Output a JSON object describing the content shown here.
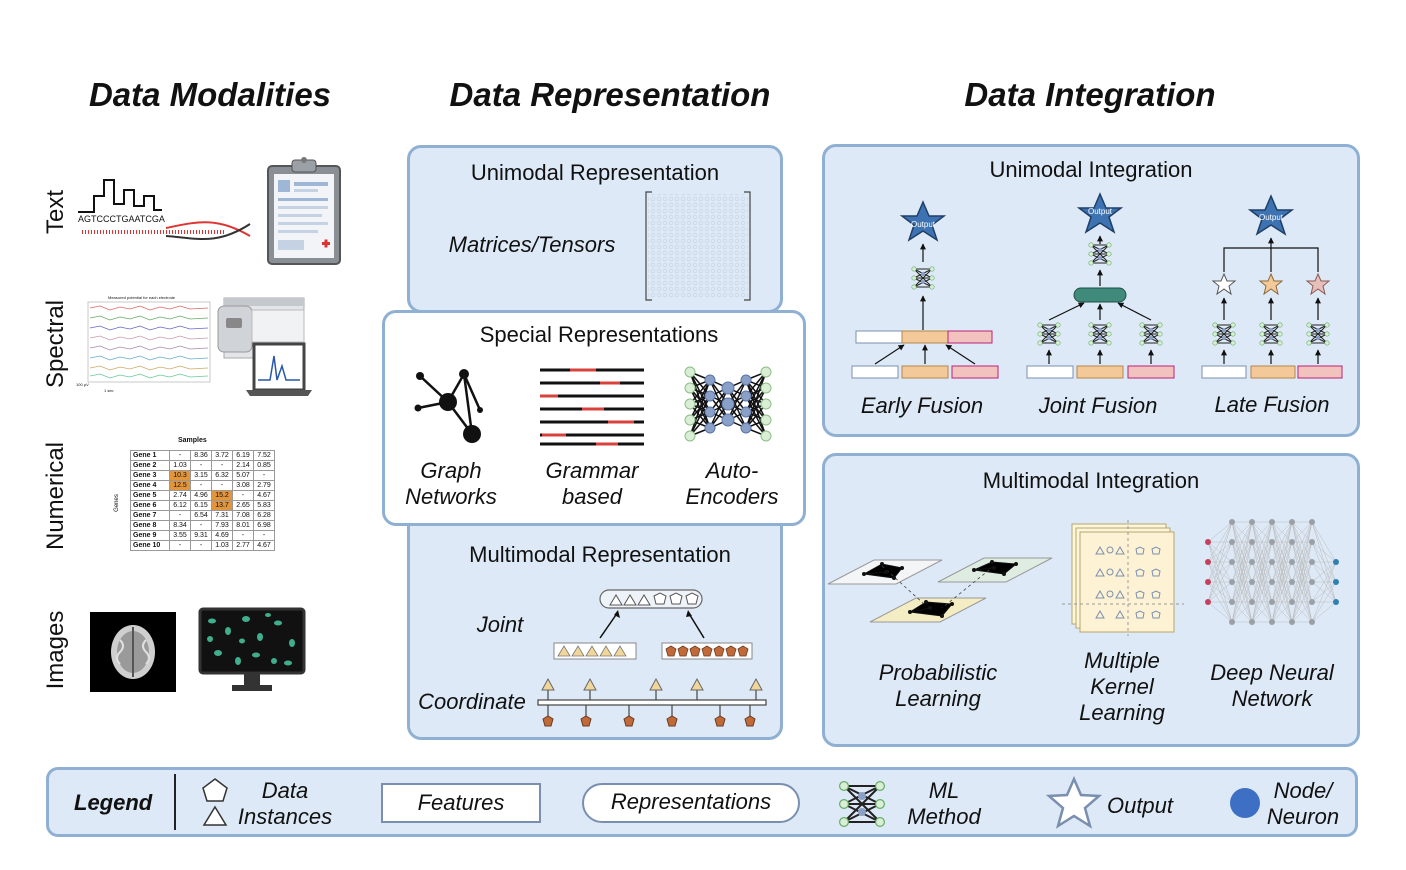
{
  "columns": {
    "modalities": "Data Modalities",
    "representation": "Data Representation",
    "integration": "Data Integration"
  },
  "modalities": {
    "text": "Text",
    "spectral": "Spectral",
    "numerical": "Numerical",
    "images": "Images",
    "dna_sequence": "AGTCCCTGAATCGA",
    "spectral_caption": "Measured potential for each electrode",
    "spectral_scale_y": "100 μV",
    "spectral_scale_x": "1 sec",
    "table_header": "Samples",
    "table_side": "Genes",
    "table_rows": [
      [
        "Gene 1",
        "-",
        "8.36",
        "3.72",
        "6.19",
        "7.52"
      ],
      [
        "Gene 2",
        "1.03",
        "-",
        "-",
        "2.14",
        "0.85"
      ],
      [
        "Gene 3",
        "10.3",
        "3.15",
        "6.32",
        "5.07",
        "-"
      ],
      [
        "Gene 4",
        "12.5",
        "-",
        "-",
        "3.08",
        "2.79"
      ],
      [
        "Gene 5",
        "2.74",
        "4.96",
        "15.2",
        "-",
        "4.67"
      ],
      [
        "Gene 6",
        "6.12",
        "6.15",
        "13.7",
        "2.65",
        "5.83"
      ],
      [
        "Gene 7",
        "-",
        "6.54",
        "7.31",
        "7.08",
        "6.28"
      ],
      [
        "Gene 8",
        "8.34",
        "-",
        "7.93",
        "8.01",
        "6.98"
      ],
      [
        "Gene 9",
        "3.55",
        "9.31",
        "4.69",
        "-",
        "-"
      ],
      [
        "Gene 10",
        "-",
        "-",
        "1.03",
        "2.77",
        "4.67"
      ]
    ],
    "table_highlight": [
      [
        2,
        1
      ],
      [
        3,
        1
      ],
      [
        4,
        3
      ],
      [
        5,
        3
      ]
    ]
  },
  "representation": {
    "unimodal_title": "Unimodal Representation",
    "matrices_label": "Matrices/Tensors",
    "special_title": "Special Representations",
    "graph_label": [
      "Graph",
      "Networks"
    ],
    "grammar_label": [
      "Grammar",
      "based"
    ],
    "auto_label": [
      "Auto-",
      "Encoders"
    ],
    "multimodal_title": "Multimodal Representation",
    "joint_label": "Joint",
    "coordinate_label": "Coordinate"
  },
  "integration": {
    "unimodal_title": "Unimodal Integration",
    "output_label": "Output",
    "early_label": "Early Fusion",
    "joint_label": "Joint Fusion",
    "late_label": "Late Fusion",
    "multimodal_title": "Multimodal Integration",
    "prob_label": [
      "Probabilistic",
      "Learning"
    ],
    "mkl_label": [
      "Multiple",
      "Kernel",
      "Learning"
    ],
    "dnn_label": [
      "Deep Neural",
      "Network"
    ]
  },
  "legend": {
    "title": "Legend",
    "data_instances": [
      "Data",
      "Instances"
    ],
    "features": "Features",
    "representations": "Representations",
    "ml_method": [
      "ML",
      "Method"
    ],
    "output": "Output",
    "node": [
      "Node/",
      "Neuron"
    ]
  },
  "colors": {
    "panel_fill": "#dde9f6",
    "panel_border": "#8fb0d3",
    "output_star": "#3d73b3",
    "feature_orange": "#f4c99a",
    "feature_pink": "#f2c2bf",
    "data_node_blue": "#3d6fc4",
    "grammar_red": "#d9413d",
    "joint_bar": "#3f8a7a"
  }
}
